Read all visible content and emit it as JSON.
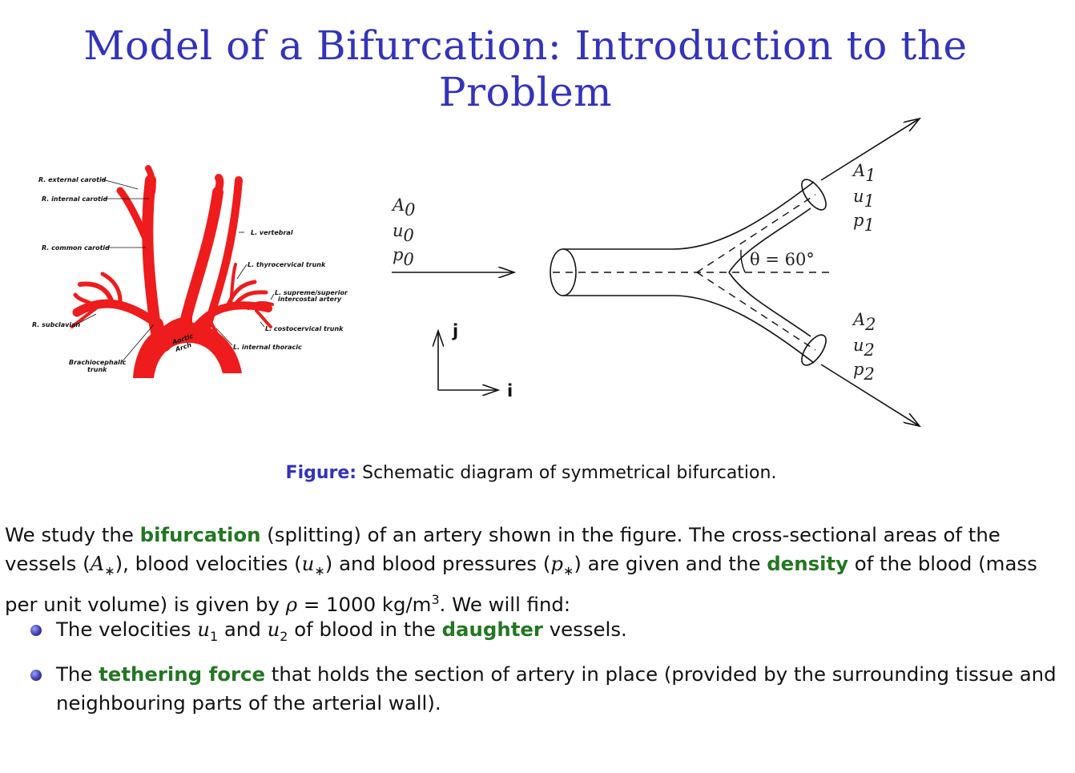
{
  "title": "Model of a Bifurcation:  Introduction to the Problem",
  "anatomy_labels": {
    "r_external_carotid": "R. external carotid",
    "r_internal_carotid": "R. internal carotid",
    "r_common_carotid": "R. common carotid",
    "r_subclavian": "R. subclavian",
    "brachiocephalic_1": "Brachiocephalic",
    "brachiocephalic_2": "trunk",
    "aortic_1": "Aortic",
    "aortic_2": "Arch",
    "l_vertebral": "L. vertebral",
    "l_thyrocervical": "L. thyrocervical trunk",
    "l_supreme_1": "L. supreme/superior",
    "l_supreme_2": "intercostal artery",
    "l_costocervical": "L. costocervical trunk",
    "l_internal_thoracic": "L. internal thoracic"
  },
  "diagram": {
    "inlet": {
      "A": "A",
      "A_sub": "0",
      "u": "u",
      "u_sub": "0",
      "p": "p",
      "p_sub": "0"
    },
    "outlet1": {
      "A": "A",
      "A_sub": "1",
      "u": "u",
      "u_sub": "1",
      "p": "p",
      "p_sub": "1"
    },
    "outlet2": {
      "A": "A",
      "A_sub": "2",
      "u": "u",
      "u_sub": "2",
      "p": "p",
      "p_sub": "2"
    },
    "angle": "θ = 60°",
    "axis_i": "i",
    "axis_j": "j"
  },
  "caption": {
    "label": "Figure:",
    "text": " Schematic diagram of symmetrical bifurcation."
  },
  "paragraph": {
    "p1": "We study the ",
    "h1": "bifurcation",
    "p2": " (splitting) of an artery shown in the figure.  The cross-sectional areas of the vessels (",
    "m1": "A",
    "s1": "∗",
    "p3": "), blood velocities (",
    "m2": "u",
    "s2": "∗",
    "p4": ") and blood pressures (",
    "m3": "p",
    "s3": "∗",
    "p5": ") are given and the ",
    "h2": "density",
    "p6": " of the blood (mass per unit volume) is given by ",
    "rho": "ρ",
    "p7": " = 1000 kg/m",
    "exp": "3",
    "p8": ".  We will find:"
  },
  "bullets": [
    {
      "t1": "The velocities ",
      "m1": "u",
      "s1": "1",
      "t2": " and ",
      "m2": "u",
      "s2": "2",
      "t3": " of blood in the ",
      "h": "daughter",
      "t4": " vessels."
    },
    {
      "t1": "The ",
      "h": "tethering force",
      "t2": " that holds the section of artery in place (provided by the surrounding tissue and neighbouring parts of the arterial wall)."
    }
  ],
  "colors": {
    "title": "#3333bb",
    "highlight": "#227722",
    "artery": "#ee1c1c"
  }
}
